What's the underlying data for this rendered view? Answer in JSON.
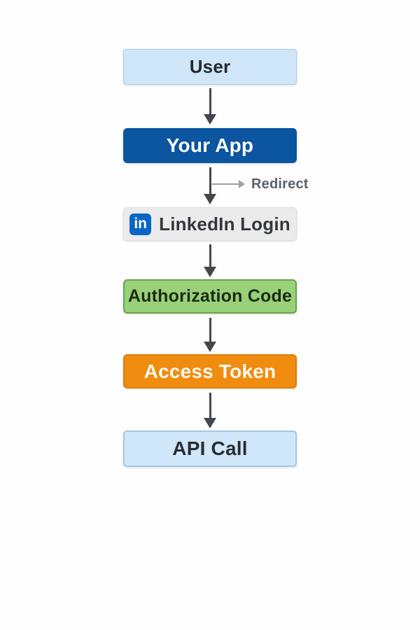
{
  "diagram": {
    "type": "flowchart",
    "description": "LinkedIn OAuth login flow",
    "background": "#fefefe",
    "arrow_color": "#43484f",
    "nodes": [
      {
        "id": "user",
        "label": "User",
        "fill": "#cfe6f8",
        "border": "#a9cde9",
        "text_color": "#26292e"
      },
      {
        "id": "your-app",
        "label": "Your App",
        "fill": "#0b55a1",
        "border": "#0b55a1",
        "text_color": "#ffffff"
      },
      {
        "id": "linkedin-login",
        "label": "LinkedIn Login",
        "fill": "#ebebeb",
        "border": "#e0e0e0",
        "text_color": "#34373c",
        "icon": {
          "name": "linkedin-icon",
          "glyph": "in",
          "fill": "#0a66c2",
          "glyph_color": "#ffffff"
        }
      },
      {
        "id": "authorization-code",
        "label": "Authorization Code",
        "fill": "#98d178",
        "border": "#68a350",
        "text_color": "#1d2a17"
      },
      {
        "id": "access-token",
        "label": "Access Token",
        "fill": "#f08c10",
        "border": "#e07e0a",
        "text_color": "#fdf8ef"
      },
      {
        "id": "api-call",
        "label": "API Call",
        "fill": "#cfe7f8",
        "border": "#a3c9e4",
        "text_color": "#292d32"
      }
    ],
    "edges": [
      {
        "from": "user",
        "to": "your-app"
      },
      {
        "from": "your-app",
        "to": "linkedin-login",
        "branch_label": "Redirect"
      },
      {
        "from": "linkedin-login",
        "to": "authorization-code"
      },
      {
        "from": "authorization-code",
        "to": "access-token"
      },
      {
        "from": "access-token",
        "to": "api-call"
      }
    ],
    "redirect": {
      "label": "Redirect",
      "line_color": "#9aa0a8",
      "text_color": "#5a606a"
    }
  }
}
